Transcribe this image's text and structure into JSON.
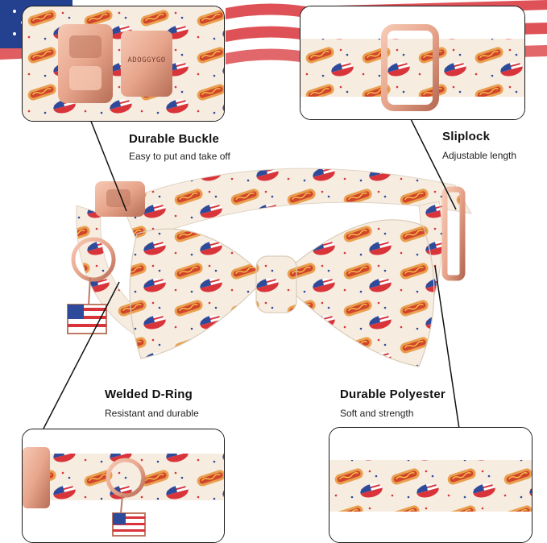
{
  "brand": {
    "buckle_engraving": "ADOGGYGO"
  },
  "features": {
    "buckle": {
      "title": "Durable Buckle",
      "subtitle": "Easy to put and take off"
    },
    "sliplock": {
      "title": "Sliplock",
      "subtitle": "Adjustable length"
    },
    "dring": {
      "title": "Welded D-Ring",
      "subtitle": "Resistant and durable"
    },
    "polyester": {
      "title": "Durable Polyester",
      "subtitle": "Soft and strength"
    }
  },
  "colors": {
    "fabric": "#f6ece0",
    "hotdog_bun": "#e9a04e",
    "sausage": "#d2452c",
    "flag_red": "#d8343a",
    "flag_blue": "#2e4a9a",
    "rose_gold": "#e7a58c",
    "rose_gold_dark": "#c07a63",
    "outline": "#1a1a1a"
  }
}
